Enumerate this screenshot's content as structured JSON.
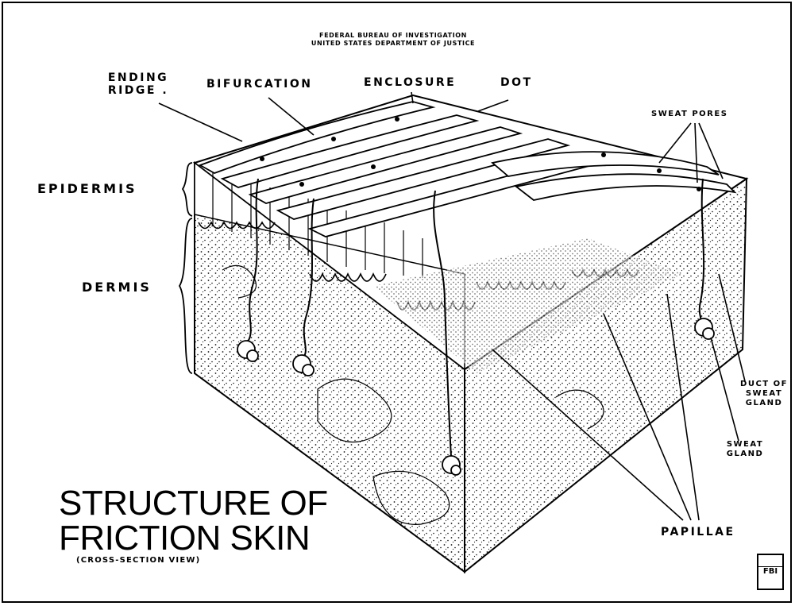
{
  "header": {
    "line1": "FEDERAL BUREAU OF INVESTIGATION",
    "line2": "UNITED STATES DEPARTMENT OF JUSTICE"
  },
  "labels": {
    "ending_ridge": "ENDING RIDGE .",
    "bifurcation": "BIFURCATION",
    "enclosure": "ENCLOSURE",
    "dot": "DOT",
    "sweat_pores": "SWEAT PORES",
    "epidermis": "EPIDERMIS",
    "dermis": "DERMIS",
    "duct_of_sweat_gland": "DUCT OF SWEAT GLAND",
    "sweat_gland": "SWEAT GLAND",
    "papillae": "PAPILLAE"
  },
  "title": {
    "line1": "STRUCTURE OF",
    "line2": "FRICTION SKIN",
    "subtitle": "(CROSS-SECTION VIEW)"
  },
  "logo_text": "FBI"
}
